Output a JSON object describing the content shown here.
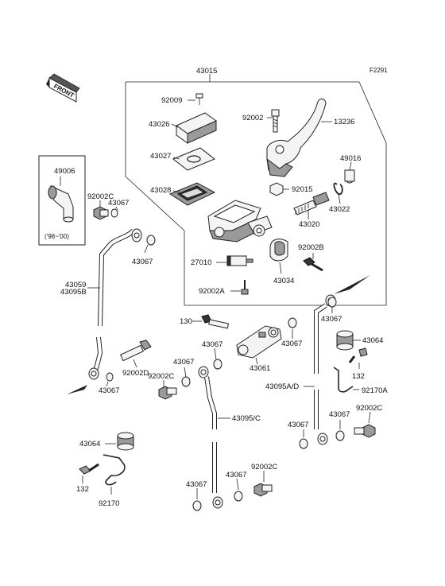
{
  "diagram": {
    "figure_code": "F2291",
    "direction_label": "FRONT",
    "inset_year_note": "('98~'00)",
    "labels": {
      "l43015": "43015",
      "l92009": "92009",
      "l92002": "92002",
      "l13236": "13236",
      "l43026": "43026",
      "l43027": "43027",
      "l49016": "49016",
      "l43028": "43028",
      "l92015": "92015",
      "l43022": "43022",
      "l43020": "43020",
      "l49006": "49006",
      "l92002C_a": "92002C",
      "l43067_a": "43067",
      "l43067_b": "43067",
      "l92002B": "92002B",
      "l27010": "27010",
      "l43034": "43034",
      "l43059": "43059",
      "l43095B": "43095B",
      "l92002A": "92002A",
      "l43067_c": "43067",
      "l130": "130",
      "l43067_d": "43067",
      "l43067_e": "43067",
      "l43064_a": "43064",
      "l43061": "43061",
      "l132_a": "132",
      "l43067_f": "43067",
      "l92002D": "92002D",
      "l43067_g": "43067",
      "l92002C_b": "92002C",
      "l43095AD": "43095A/D",
      "l92170A": "92170A",
      "l43095C": "43095/C",
      "l43067_h": "43067",
      "l92002C_c": "92002C",
      "l43067_i": "43067",
      "l43064_b": "43064",
      "l132_b": "132",
      "l92170": "92170",
      "l43067_j": "43067",
      "l43067_k": "43067",
      "l92002C_d": "92002C"
    }
  }
}
